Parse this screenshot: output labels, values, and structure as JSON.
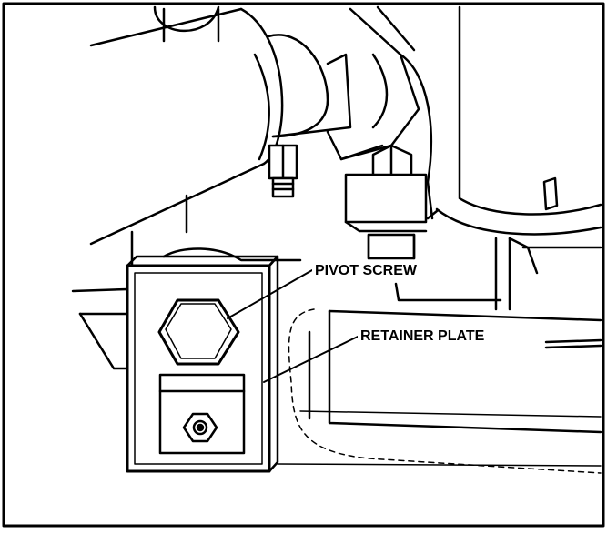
{
  "labels": {
    "pivot_screw": "PIVOT SCREW",
    "retainer_plate": "RETAINER PLATE"
  },
  "icons": {
    "pivot_screw": "hex-bolt-head",
    "retainer_plate": "bracket-plate",
    "small_nut": "hex-nut"
  }
}
